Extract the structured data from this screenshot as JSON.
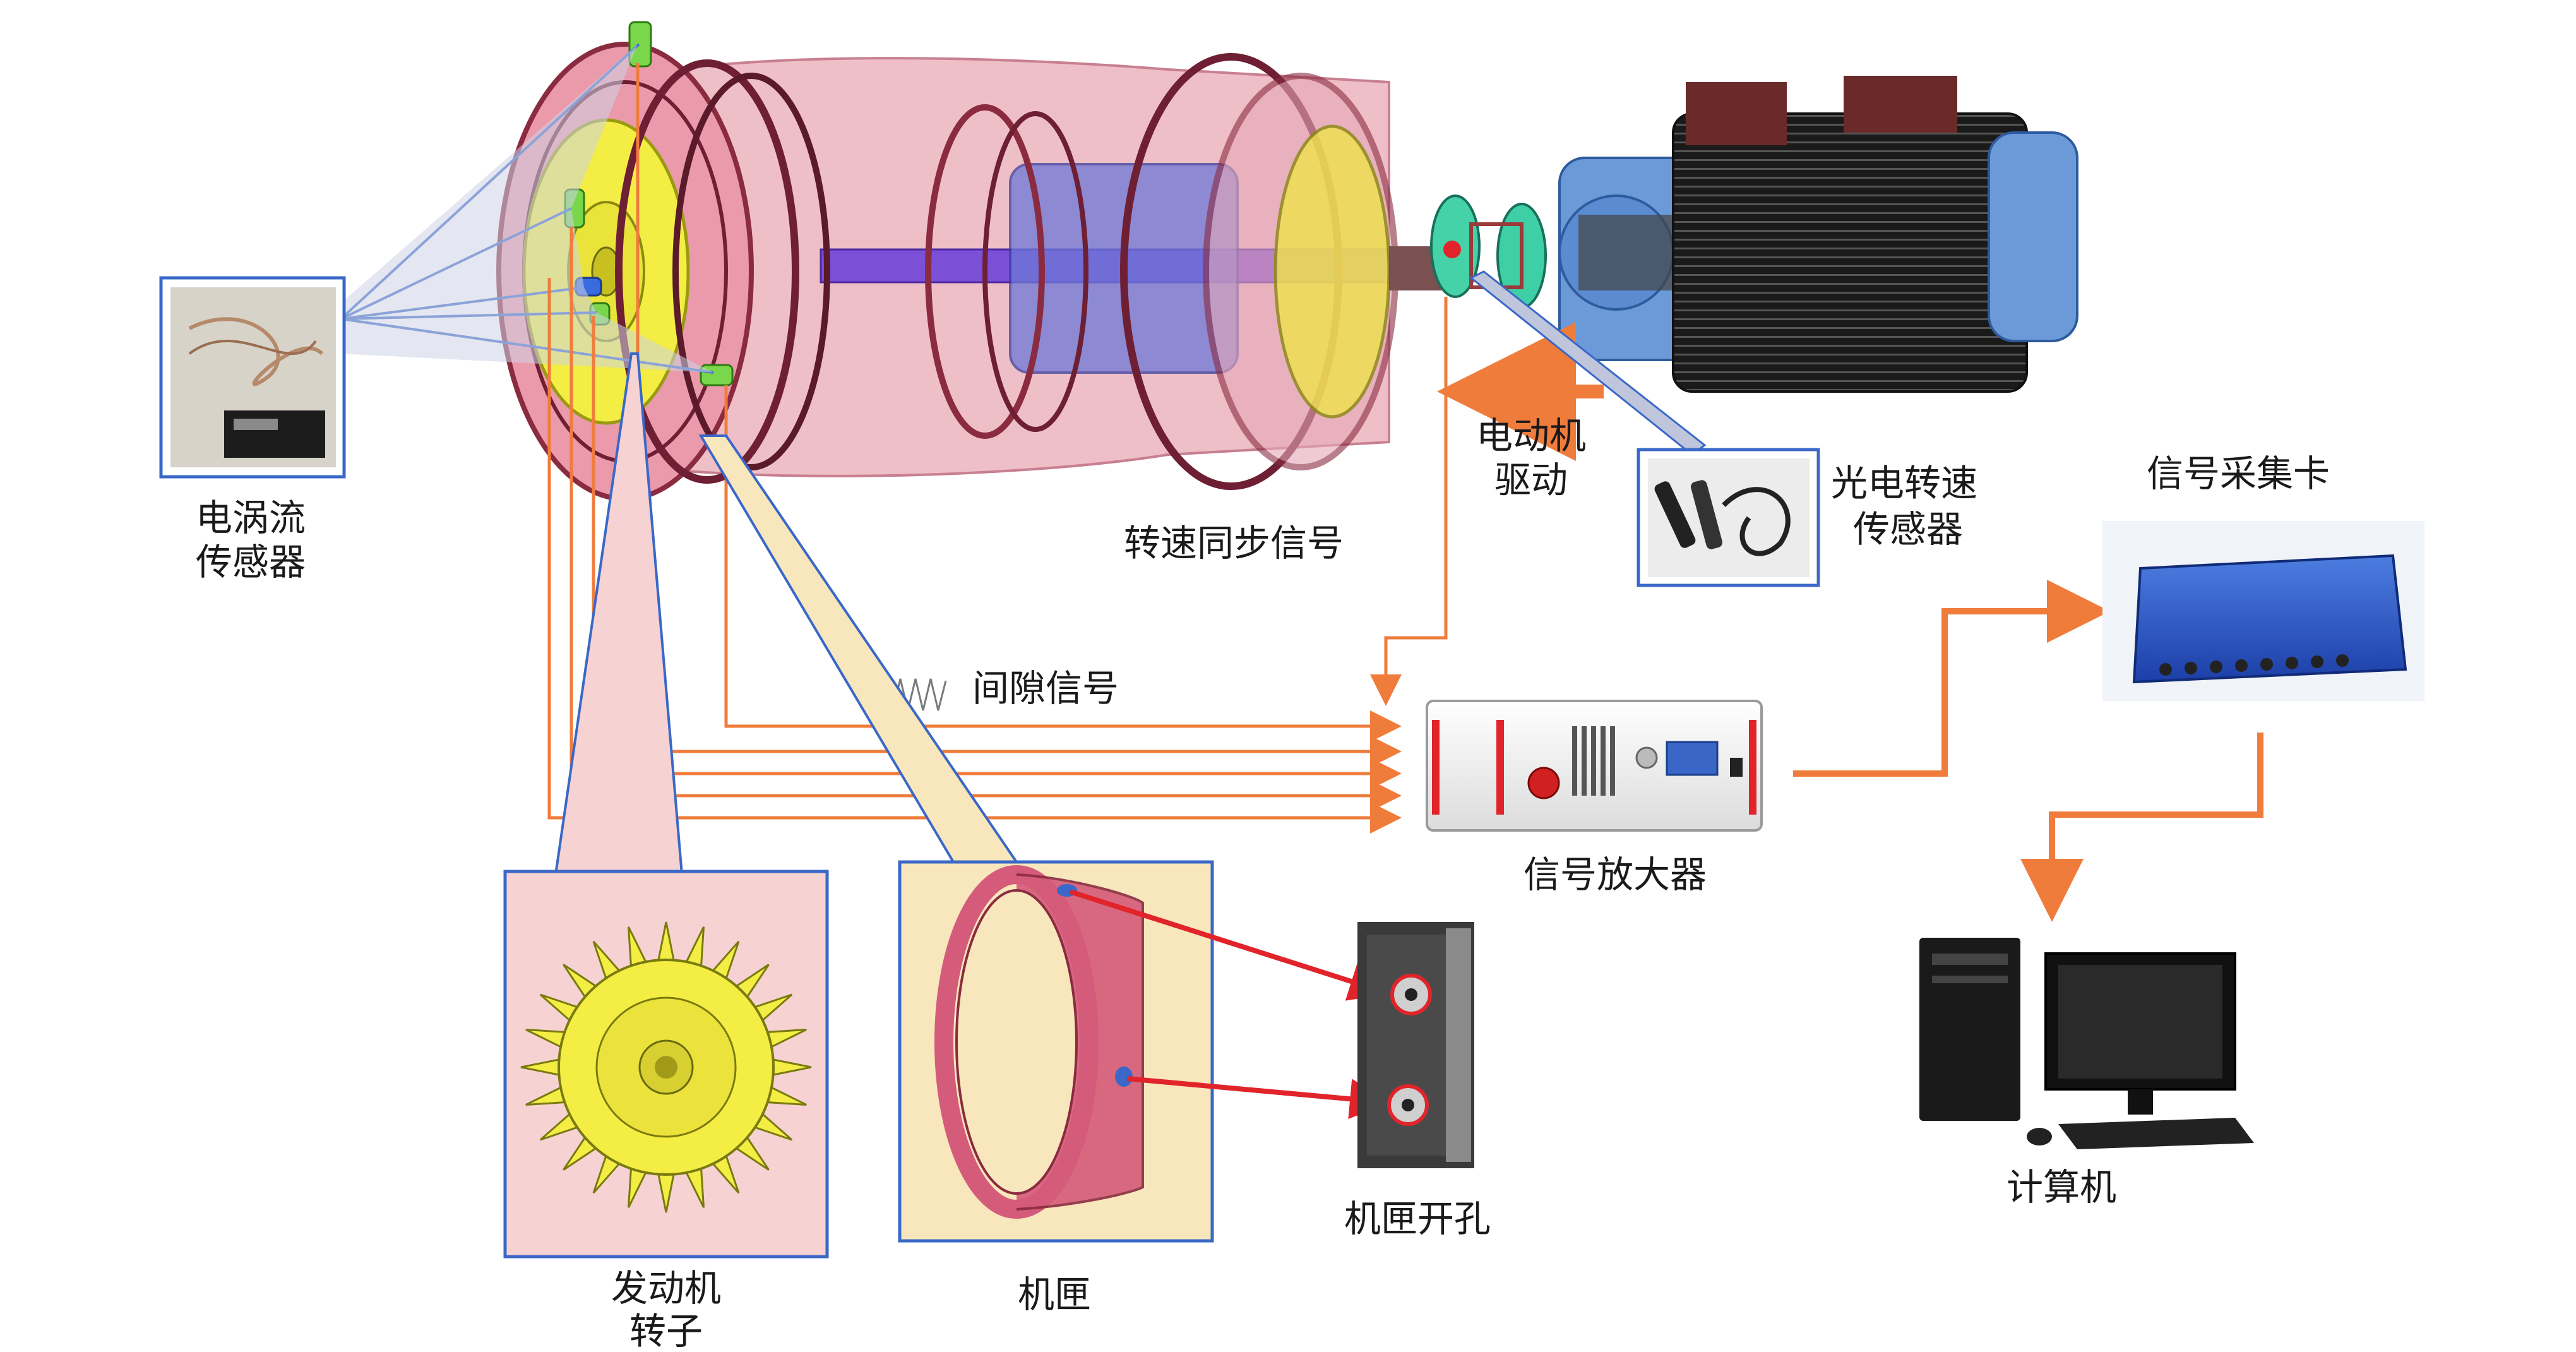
{
  "labels": {
    "eddy_sensor": [
      "电涡流",
      "传感器"
    ],
    "motor_drive": [
      "电动机",
      "驱动"
    ],
    "photo_sensor": [
      "光电转速",
      "传感器"
    ],
    "speed_sync": "转速同步信号",
    "gap_signal": "间隙信号",
    "acq_card": "信号采集卡",
    "amplifier": "信号放大器",
    "computer": "计算机",
    "rotor": [
      "发动机",
      "转子"
    ],
    "casing": "机匣",
    "casing_holes": "机匣开孔"
  },
  "colors": {
    "signal_orange": "#f07c3c",
    "sensor_blue": "#3a68c8",
    "red_arrow": "#e0242a",
    "rotor_yellow": "#f4ee44",
    "casing_pink": "#d45b7a",
    "panel_pink": "#f6d3d2",
    "panel_cream": "#f8e6bc"
  }
}
